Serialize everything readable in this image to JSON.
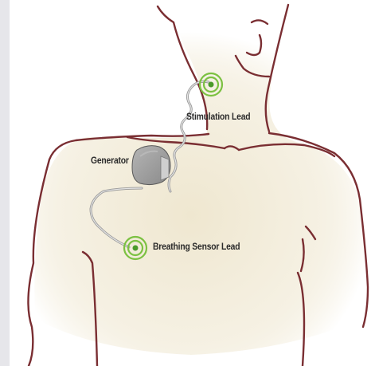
{
  "diagram": {
    "labels": {
      "stimulation_lead": "Stimulation Lead",
      "generator": "Generator",
      "breathing_sensor_lead": "Breathing Sensor Lead"
    },
    "icons": {
      "body": "torso-outline-icon",
      "generator": "generator-device-icon",
      "stimulation_lead": "concentric-rings-icon",
      "breathing_sensor_lead": "concentric-rings-icon"
    },
    "colors": {
      "outline": "#7a2e32",
      "skin_center": "#efe7d0",
      "skin_edge": "#ffffff",
      "lead_ring": "#7cc142",
      "lead_ring_center": "#4a9a2a",
      "generator_body": "#8a8a8a",
      "wire": "#9a9a9a",
      "side_strip": "#e6e6ea",
      "label_text": "#2a2a2a"
    }
  }
}
